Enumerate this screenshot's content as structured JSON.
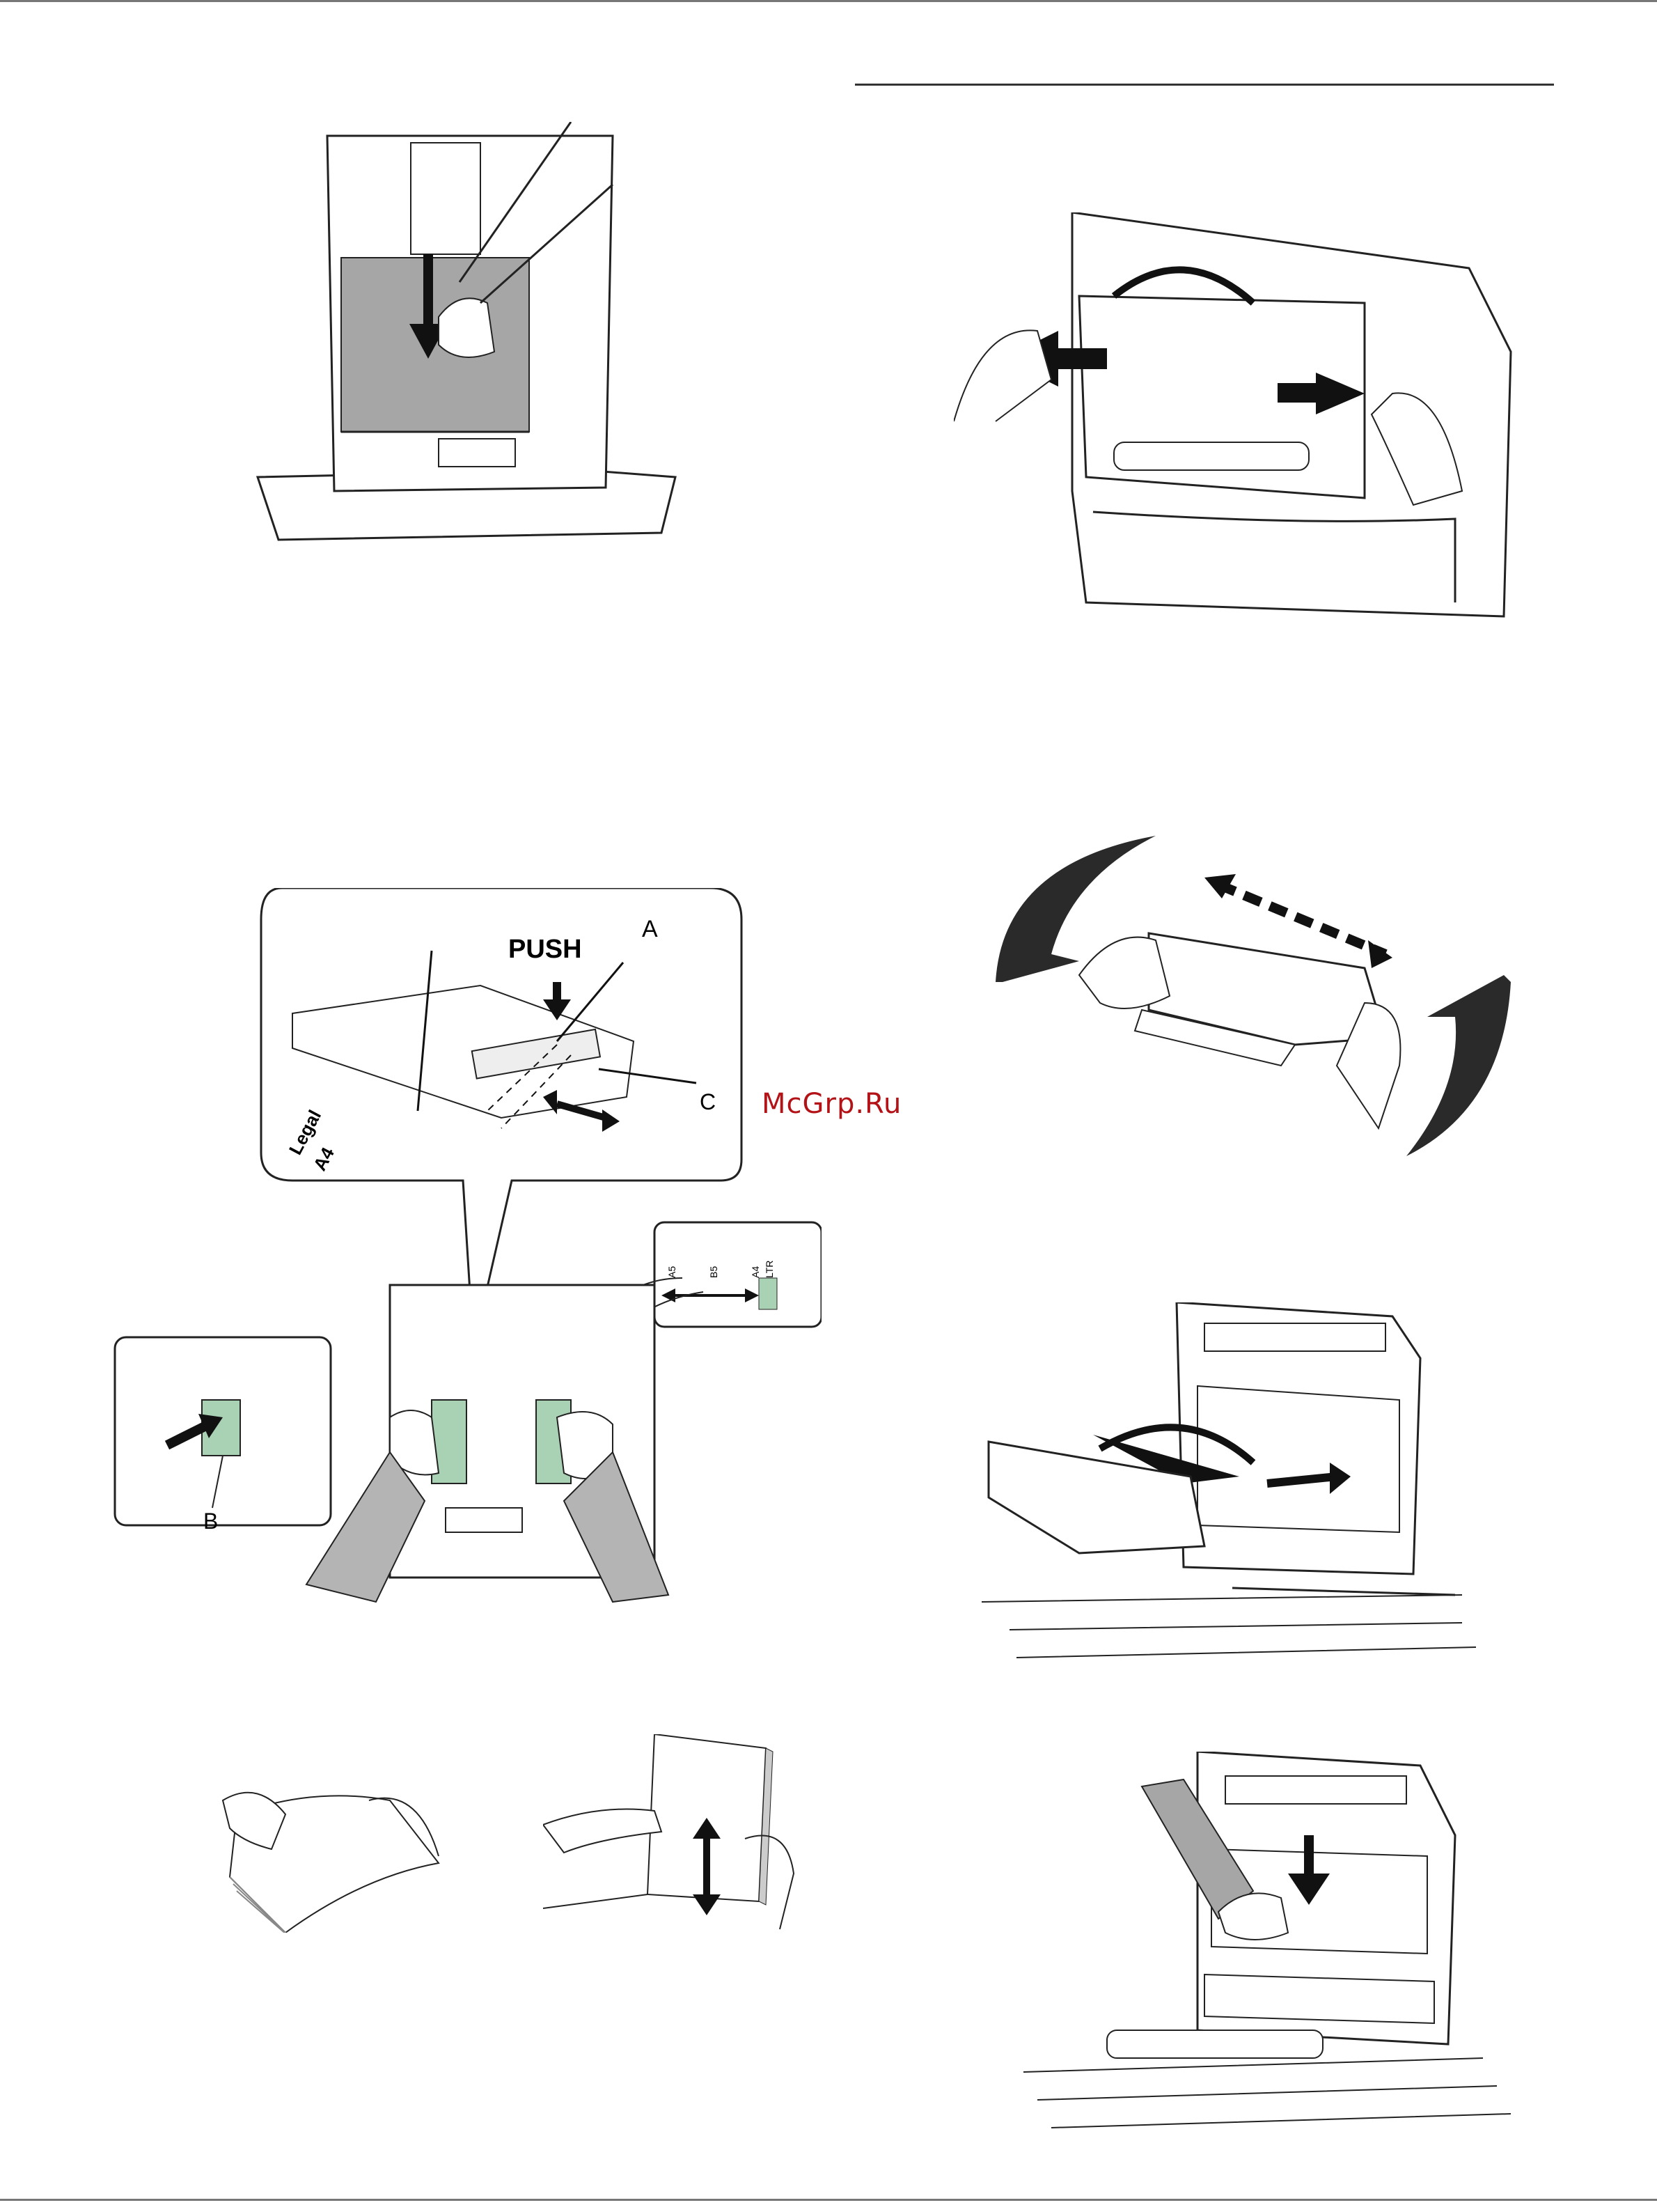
{
  "watermark": "McGrp.Ru",
  "callouts": {
    "push": "PUSH",
    "label_a": "A",
    "label_b": "B",
    "label_c": "C",
    "legal": "Legal",
    "a4": "A4",
    "scale_a5": "A5",
    "scale_b5": "B5",
    "scale_a4": "A4",
    "scale_ltr": "LTR"
  }
}
